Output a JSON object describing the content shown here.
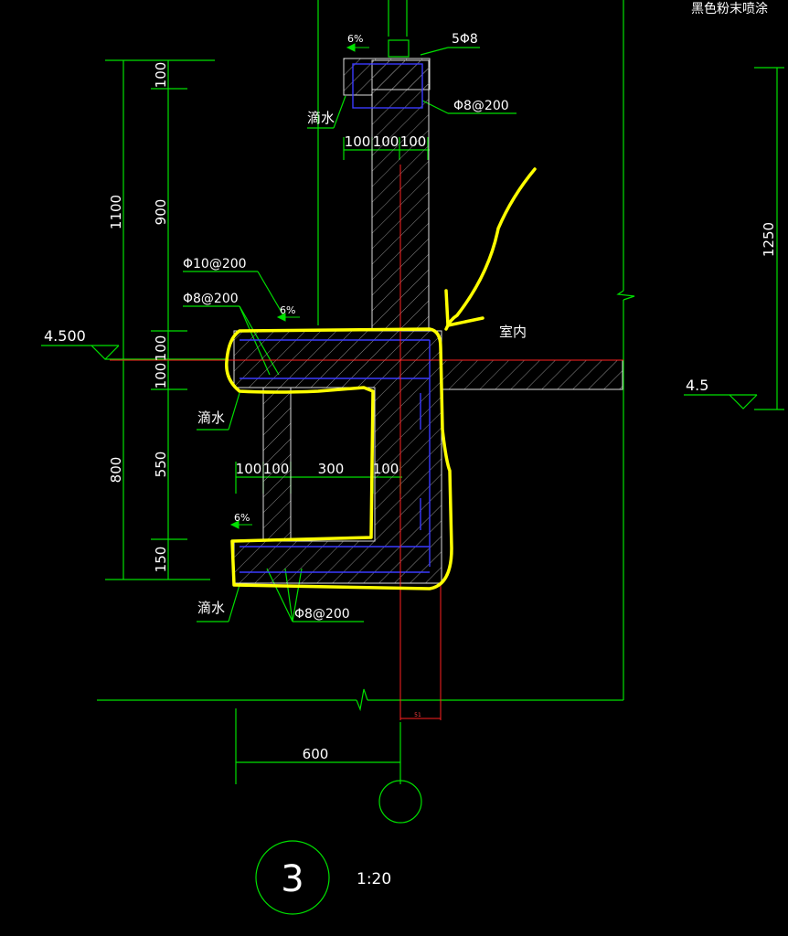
{
  "drawing": {
    "colors": {
      "background": "#000000",
      "dimension_lines": "#00e000",
      "concrete_outline": "#ffffff",
      "hatch": "#8a8a8a",
      "rebar": "#3a3aff",
      "axis": "#ff2020",
      "highlight": "#ffff00",
      "text": "#ffffff"
    },
    "finish_note": "黑色粉末喷涂",
    "rebar_top": "5Φ8",
    "rebar_top_stirrup": "Φ8@200",
    "rebar_upper_1": "Φ10@200",
    "rebar_upper_2": "Φ8@200",
    "rebar_lower": "Φ8@200",
    "drip_label": "滴水",
    "indoor_label": "室内",
    "slope": "6%",
    "level_left": "4.500",
    "level_right": "4.5",
    "left_dims_outer": [
      "1100",
      "800"
    ],
    "left_dims_inner": [
      "100",
      "900",
      "100",
      "100",
      "550",
      "150"
    ],
    "top_dims": [
      "100",
      "100",
      "100"
    ],
    "mid_dims": [
      "100",
      "100",
      "300",
      "100"
    ],
    "right_dim": "1250",
    "bottom_dim": "600",
    "small_dim": "51",
    "detail_number": "3",
    "scale": "1:20"
  }
}
